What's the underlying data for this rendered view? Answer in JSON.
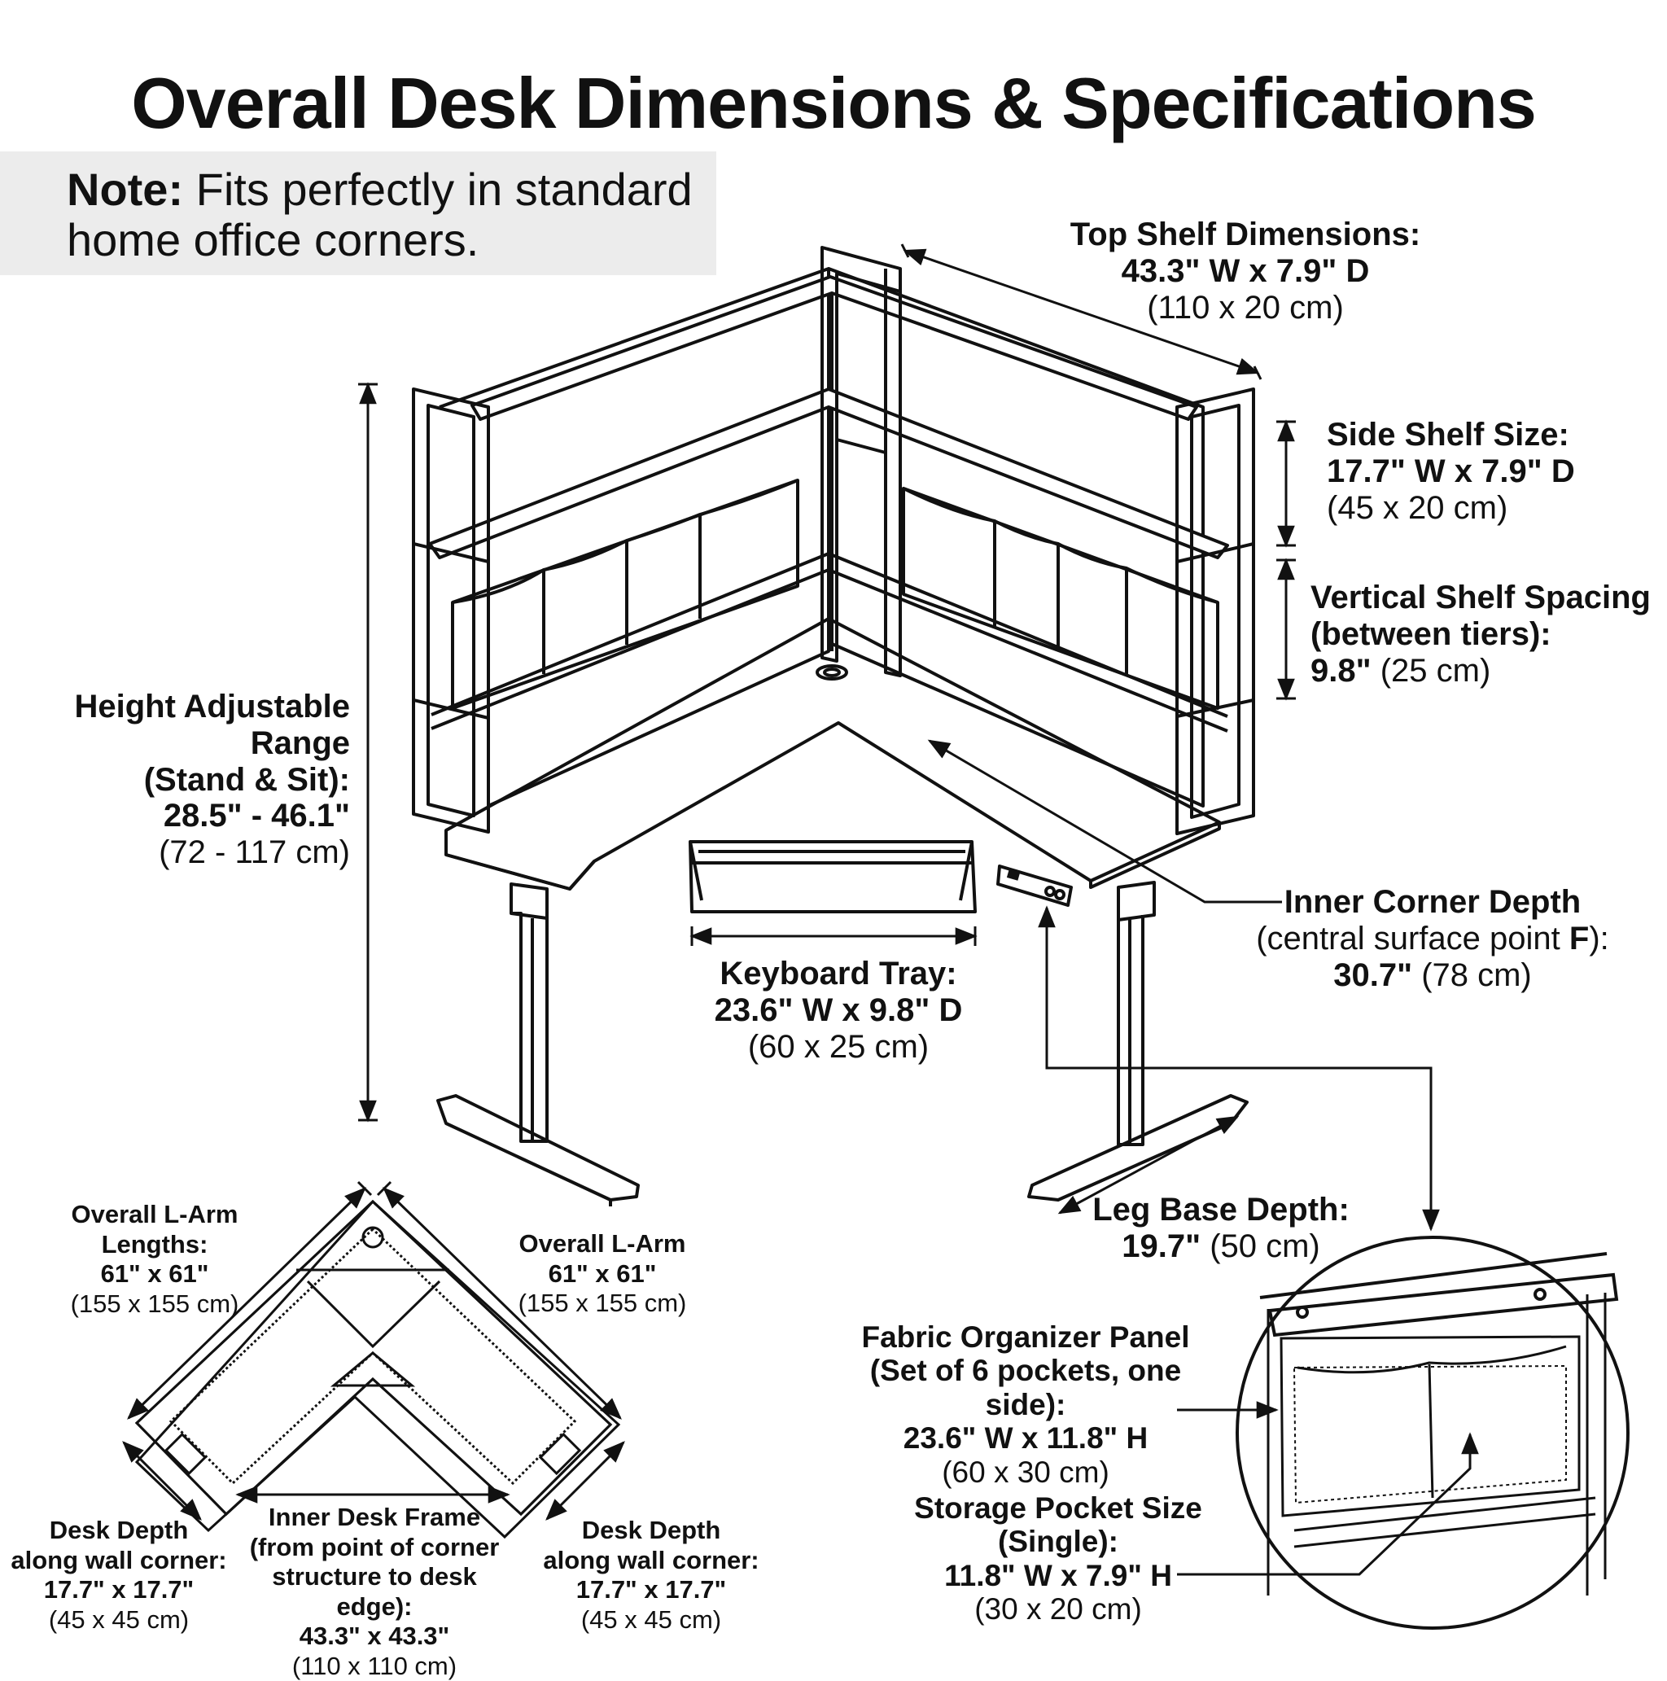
{
  "title": "Overall Desk Dimensions & Specifications",
  "note": {
    "label": "Note:",
    "line1": "Fits perfectly in standard",
    "line2": "home office corners."
  },
  "callouts": {
    "top_shelf": {
      "title": "Top Shelf Dimensions:",
      "imperial": "43.3\" W x 7.9\" D",
      "metric": "(110 x 20 cm)"
    },
    "side_shelf": {
      "title": "Side Shelf Size:",
      "imperial": "17.7\" W x 7.9\" D",
      "metric": "(45 x 20 cm)"
    },
    "vertical_spacing": {
      "title_line1": "Vertical Shelf Spacing",
      "title_line2": "(between tiers):",
      "imperial": "9.8\"",
      "metric": "(25 cm)"
    },
    "height_range": {
      "title_line1": "Height Adjustable",
      "title_line2": "Range",
      "title_line3": "(Stand & Sit):",
      "imperial": "28.5\" - 46.1\"",
      "metric": "(72 - 117 cm)"
    },
    "inner_corner": {
      "title": "Inner Corner Depth",
      "subtitle_prefix": "(central surface point ",
      "subtitle_point": "F",
      "subtitle_suffix": "):",
      "imperial": "30.7\"",
      "metric": "(78 cm)"
    },
    "keyboard_tray": {
      "title": "Keyboard Tray:",
      "imperial": "23.6\" W x 9.8\" D",
      "metric": "(60 x 25 cm)"
    },
    "leg_base": {
      "title": "Leg Base Depth:",
      "imperial": "19.7\"",
      "metric": "(50 cm)"
    },
    "l_arm_left": {
      "title_line1": "Overall L-Arm",
      "title_line2": "Lengths:",
      "imperial": "61\" x 61\"",
      "metric": "(155 x 155 cm)"
    },
    "l_arm_right": {
      "title_line1": "Overall L-Arm",
      "imperial": "61\" x 61\"",
      "metric": "(155 x 155 cm)"
    },
    "depth_left": {
      "title_line1": "Desk Depth",
      "title_line2": "along wall corner:",
      "imperial": "17.7\" x 17.7\"",
      "metric": "(45 x 45 cm)"
    },
    "inner_frame": {
      "title_line1": "Inner Desk Frame",
      "title_line2": "(from point of corner",
      "title_line3": "structure to desk edge):",
      "imperial": "43.3\" x 43.3\"",
      "metric": "(110 x 110 cm)"
    },
    "depth_right": {
      "title_line1": "Desk Depth",
      "title_line2": "along wall corner:",
      "imperial": "17.7\" x 17.7\"",
      "metric": "(45 x 45 cm)"
    },
    "fabric_panel": {
      "title_line1": "Fabric Organizer Panel",
      "title_line2": "(Set of 6 pockets, one side):",
      "imperial": "23.6\" W x 11.8\" H",
      "metric": "(60 x 30 cm)"
    },
    "storage_pocket": {
      "title_line1": "Storage Pocket Size",
      "title_line2": "(Single):",
      "imperial": "11.8\" W x 7.9\" H",
      "metric": "(30 x 20 cm)"
    }
  }
}
